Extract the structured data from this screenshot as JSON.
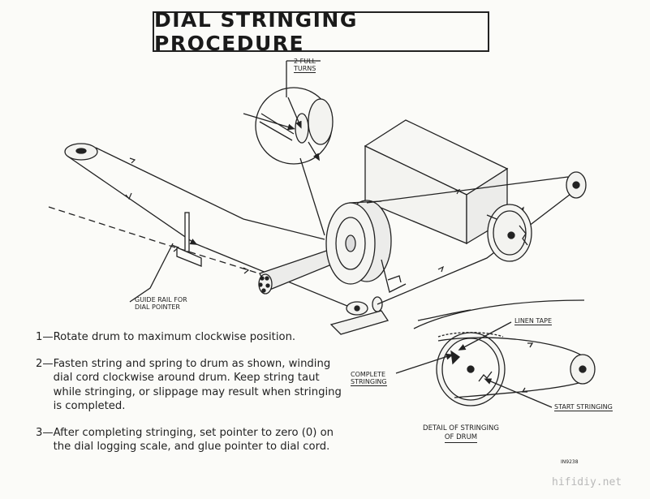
{
  "title": "DIAL STRINGING PROCEDURE",
  "labels": {
    "full_turns_line1": "2 FULL",
    "full_turns_line2": "TURNS",
    "guide_rail_line1": "GUIDE RAIL FOR",
    "guide_rail_line2": "DIAL POINTER",
    "linen_tape": "LINEN TAPE",
    "complete_line1": "COMPLETE",
    "complete_line2": "STRINGING",
    "start_stringing": "START STRINGING"
  },
  "detail_caption": {
    "line1": "DETAIL OF STRINGING",
    "line2": "OF DRUM"
  },
  "steps": [
    {
      "num": "1—",
      "text": "Rotate drum to maximum clockwise position."
    },
    {
      "num": "2—",
      "text": "Fasten string and spring to drum as shown, winding dial cord clockwise around drum. Keep string taut while stringing, or slippage may result when stringing is completed."
    },
    {
      "num": "3—",
      "text": "After completing stringing, set pointer to zero (0) on the dial logging scale, and glue pointer to dial cord."
    }
  ],
  "catalog_number": "IN9238",
  "watermark": "hifidiy.net"
}
